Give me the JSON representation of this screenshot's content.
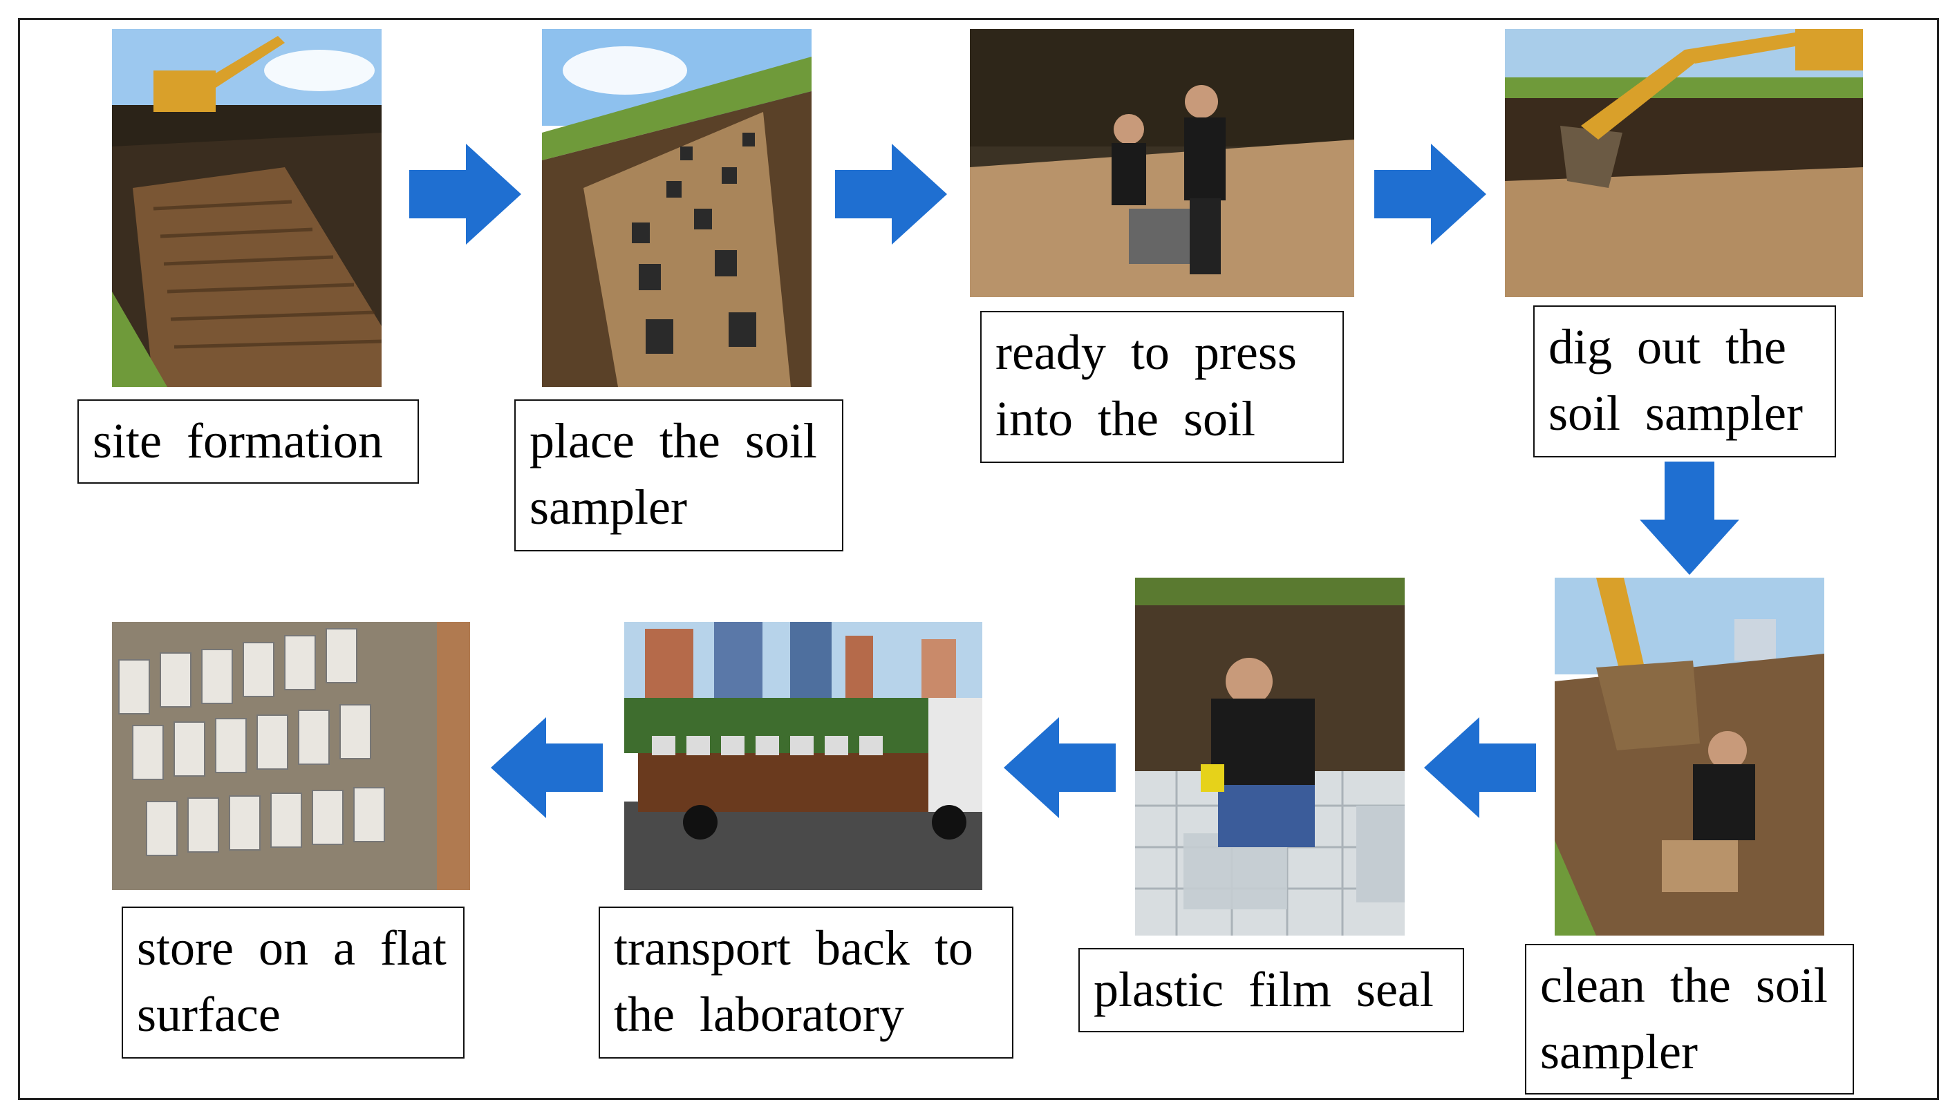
{
  "steps": [
    {
      "id": 1,
      "line1": "site  formation",
      "line2": ""
    },
    {
      "id": 2,
      "line1": "place  the  soil",
      "line2": "sampler"
    },
    {
      "id": 3,
      "line1": "ready  to  press",
      "line2": "into  the  soil"
    },
    {
      "id": 4,
      "line1": "dig  out  the",
      "line2": "soil  sampler"
    },
    {
      "id": 5,
      "line1": "clean  the  soil",
      "line2": "sampler"
    },
    {
      "id": 6,
      "line1": "plastic  film  seal",
      "line2": ""
    },
    {
      "id": 7,
      "line1": "transport  back  to",
      "line2": "the  laboratory"
    },
    {
      "id": 8,
      "line1": "store  on  a  flat",
      "line2": "surface"
    }
  ],
  "colors": {
    "arrow": "#1f6fd1",
    "soil": "#8a6a44",
    "sky": "#8ec1ee",
    "grass": "#6f9a3a"
  }
}
